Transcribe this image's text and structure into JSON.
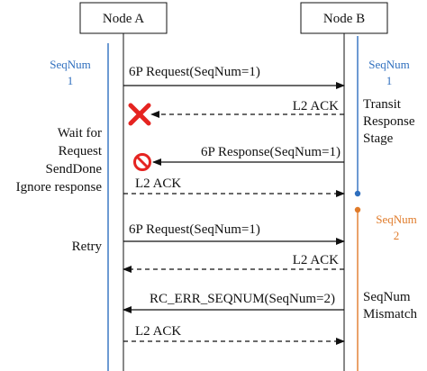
{
  "nodes": {
    "a": "Node A",
    "b": "Node B"
  },
  "left_seqnum": {
    "label": "SeqNum",
    "value": "1",
    "color": "#2f6fbe"
  },
  "right_seqnum_top": {
    "label": "SeqNum",
    "value": "1",
    "color": "#2f6fbe"
  },
  "right_seqnum_bottom": {
    "label": "SeqNum",
    "value": "2",
    "color": "#e07b2a"
  },
  "messages": [
    {
      "label": "6P Request(SeqNum=1)",
      "direction": "a-to-b",
      "style": "solid"
    },
    {
      "label": "L2 ACK",
      "direction": "b-to-a",
      "style": "dashed",
      "lost": true
    },
    {
      "label": "6P Response(SeqNum=1)",
      "direction": "b-to-a",
      "style": "solid",
      "blocked": true
    },
    {
      "label": "L2 ACK",
      "direction": "a-to-b",
      "style": "dashed"
    },
    {
      "label": "6P Request(SeqNum=1)",
      "direction": "a-to-b",
      "style": "solid"
    },
    {
      "label": "L2 ACK",
      "direction": "b-to-a",
      "style": "dashed"
    },
    {
      "label": "RC_ERR_SEQNUM(SeqNum=2)",
      "direction": "b-to-a",
      "style": "solid"
    },
    {
      "label": "L2 ACK",
      "direction": "a-to-b",
      "style": "dashed"
    }
  ],
  "left_notes": {
    "wait_lines": [
      "Wait for",
      "Request",
      "SendDone",
      "Ignore response"
    ],
    "retry": "Retry"
  },
  "right_notes": {
    "transit_lines": [
      "Transit",
      "Response",
      "Stage"
    ],
    "mismatch_lines": [
      "SeqNum",
      "Mismatch"
    ]
  },
  "icons": {
    "lost": "red-x-icon",
    "blocked": "no-entry-icon"
  }
}
